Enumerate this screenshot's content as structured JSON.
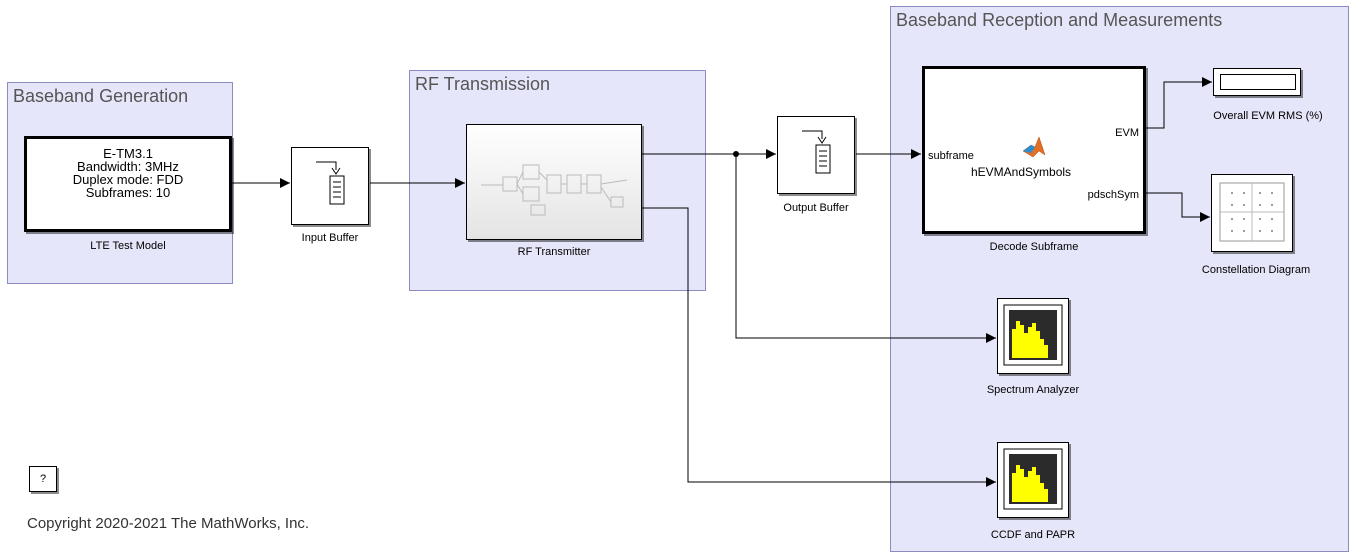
{
  "areas": {
    "baseband_generation": "Baseband Generation",
    "rf_transmission": "RF Transmission",
    "baseband_reception": "Baseband Reception and Measurements"
  },
  "blocks": {
    "lte_test_model": {
      "lines": [
        "E-TM3.1",
        "Bandwidth: 3MHz",
        "Duplex mode: FDD",
        "Subframes: 10"
      ],
      "name": "LTE Test Model"
    },
    "input_buffer": {
      "name": "Input Buffer"
    },
    "rf_transmitter": {
      "name": "RF Transmitter"
    },
    "output_buffer": {
      "name": "Output Buffer"
    },
    "decode_subframe": {
      "name": "Decode Subframe",
      "function": "hEVMAndSymbols",
      "in_port": "subframe",
      "out_port_1": "EVM",
      "out_port_2": "pdschSym"
    },
    "evm_display": {
      "name": "Overall EVM RMS (%)"
    },
    "constellation": {
      "name": "Constellation Diagram"
    },
    "spectrum_analyzer": {
      "name": "Spectrum Analyzer"
    },
    "ccdf": {
      "name": "CCDF and PAPR"
    }
  },
  "help_button": "?",
  "copyright": "Copyright 2020-2021 The MathWorks, Inc.",
  "colors": {
    "area_fill": "#e6e6fa",
    "scope_yellow": "#ffff00",
    "matlab_orange": "#e16f24"
  }
}
